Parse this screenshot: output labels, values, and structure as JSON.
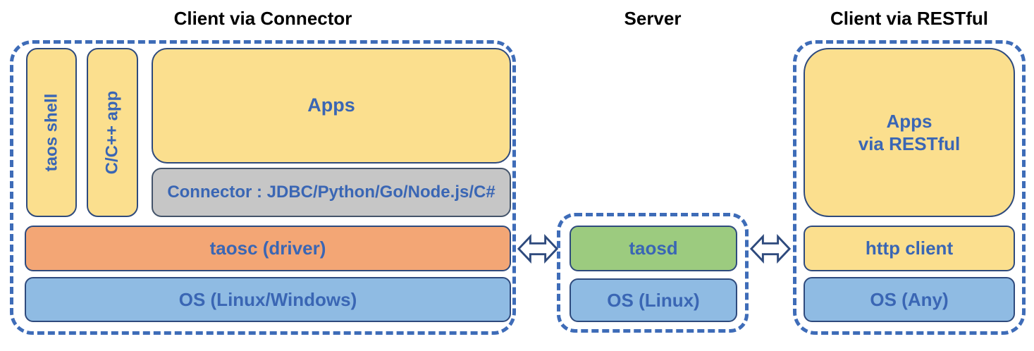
{
  "diagram": {
    "titles": {
      "left": "Client via Connector",
      "server": "Server",
      "right": "Client via RESTful"
    },
    "client_connector": {
      "taos_shell": "taos shell",
      "cpp_app": "C/C++ app",
      "apps": "Apps",
      "connector": "Connector : JDBC/Python/Go/Node.js/C#",
      "taosc": "taosc (driver)",
      "os": "OS (Linux/Windows)"
    },
    "server": {
      "taosd": "taosd",
      "os": "OS (Linux)"
    },
    "client_restful": {
      "apps_line1": "Apps",
      "apps_line2": "via RESTful",
      "http_client": "http client",
      "os": "OS (Any)"
    },
    "icons": {
      "left_link": "double-arrow-icon",
      "right_link": "double-arrow-icon"
    },
    "colors": {
      "box_yellow": "#fbdf8e",
      "box_orange": "#f3a675",
      "box_blue": "#8fbbe3",
      "box_green": "#9ccb7f",
      "box_gray": "#c6c6c6",
      "box_border": "#2e4a7d",
      "label_blue": "#3a66b4",
      "dashed_border": "#3e6cb8",
      "title_text": "#000000"
    }
  }
}
